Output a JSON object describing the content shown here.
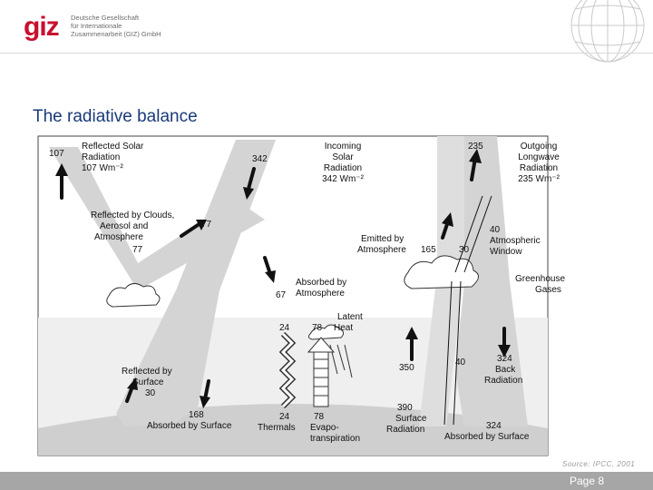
{
  "header": {
    "logo_text": "giz",
    "org_lines": [
      "Deutsche Gesellschaft",
      "für Internationale",
      "Zusammenarbeit (GIZ) GmbH"
    ]
  },
  "title": "The radiative balance",
  "diagram": {
    "labels": {
      "reflected_solar_value": "107",
      "reflected_solar_1": "Reflected Solar",
      "reflected_solar_2": "Radiation",
      "reflected_solar_3": "107 Wm⁻²",
      "incoming_value": "342",
      "incoming_1": "Incoming",
      "incoming_2": "Solar",
      "incoming_3": "Radiation",
      "incoming_4": "342 Wm⁻²",
      "outgoing_value": "235",
      "outgoing_1": "Outgoing",
      "outgoing_2": "Longwave",
      "outgoing_3": "Radiation",
      "outgoing_4": "235 Wm⁻²",
      "clouds_1": "Reflected by Clouds,",
      "clouds_2": "Aerosol and",
      "clouds_3": "Atmosphere",
      "clouds_value_a": "77",
      "clouds_value_b": "77",
      "emitted_1": "Emitted by",
      "emitted_2": "Atmosphere",
      "emitted_value": "165",
      "window_value_30": "30",
      "window_value_40": "40",
      "window_1": "Atmospheric",
      "window_2": "Window",
      "greenhouse_1": "Greenhouse",
      "greenhouse_2": "Gases",
      "absorbed_atm_value": "67",
      "absorbed_atm_1": "Absorbed by",
      "absorbed_atm_2": "Atmosphere",
      "thermal_up_value": "24",
      "latent_up_value": "78",
      "latent_1": "Latent",
      "latent_2": "Heat",
      "surface_reflect_1": "Reflected by",
      "surface_reflect_2": "Surface",
      "surface_reflect_value": "30",
      "surface_up_value": "350",
      "surface_40_value": "40",
      "back_value": "324",
      "back_1": "Back",
      "back_2": "Radiation",
      "absorbed_surface_value": "168",
      "absorbed_surface_label": "Absorbed by Surface",
      "thermals_value": "24",
      "thermals_label": "Thermals",
      "evapo_value": "78",
      "evapo_1": "Evapo-",
      "evapo_2": "transpiration",
      "surface_rad_value": "390",
      "surface_rad_1": "Surface",
      "surface_rad_2": "Radiation",
      "absorbed_surface2_value": "324",
      "absorbed_surface2_label": "Absorbed by Surface"
    }
  },
  "source": "Source:  IPCC, 2001",
  "footer": {
    "page_label": "Page 8"
  },
  "colors": {
    "logo": "#c8102e",
    "title": "#1a3a7a",
    "footer": "#a6a6a6",
    "band": "#d4d4d4"
  }
}
